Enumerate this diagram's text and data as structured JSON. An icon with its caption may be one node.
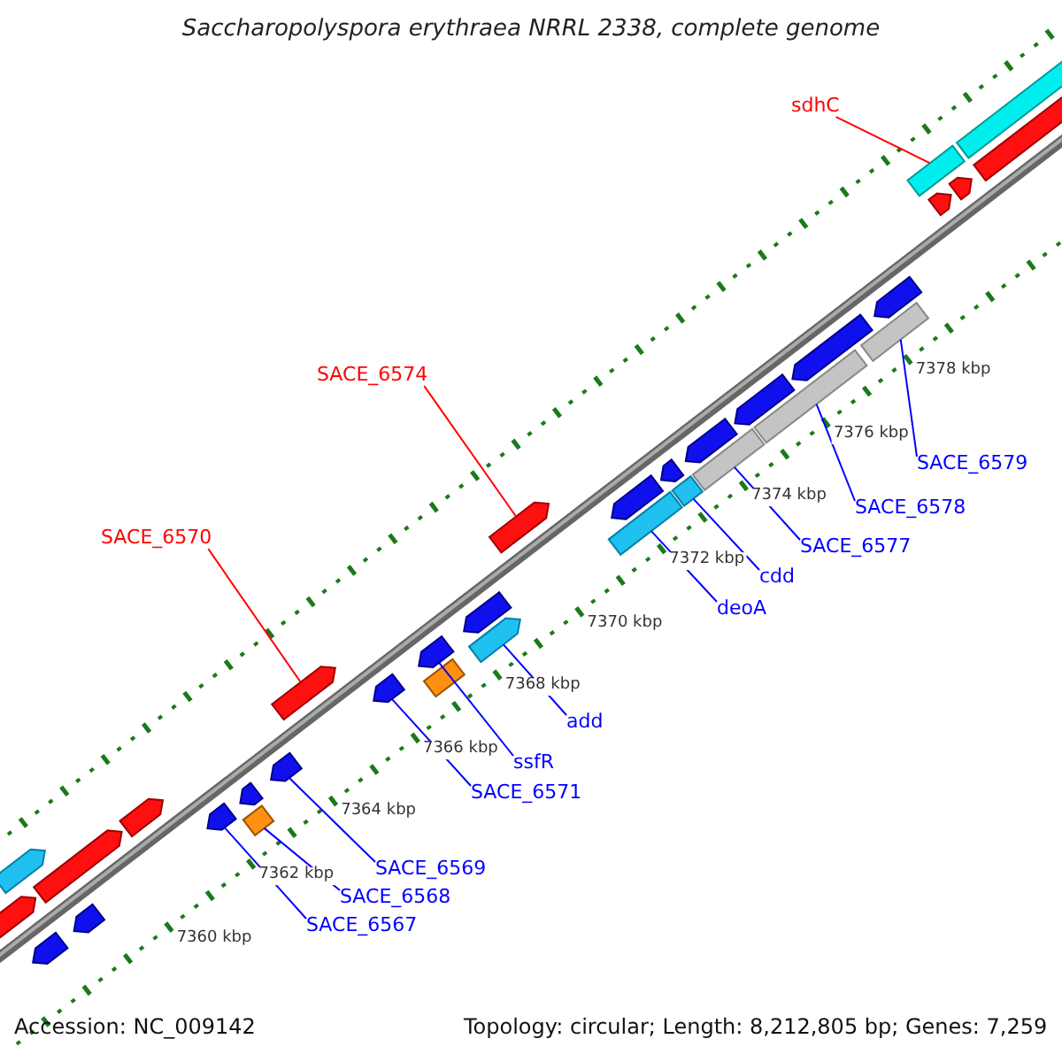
{
  "diagram": {
    "title": "Saccharopolyspora erythraea NRRL 2338, complete genome",
    "nodes": [
      {
        "text": [
          "sdhC"
        ]
      },
      {
        "text": [
          "SACE_6574"
        ]
      },
      {
        "text": [
          "SACE_6570"
        ]
      },
      {
        "text": [
          "SACE_6579"
        ]
      },
      {
        "text": [
          "SACE_6578"
        ]
      },
      {
        "text": [
          "SACE_6577"
        ]
      },
      {
        "text": [
          "cdd"
        ]
      },
      {
        "text": [
          "deoA"
        ]
      },
      {
        "text": [
          "add"
        ]
      },
      {
        "text": [
          "ssfR"
        ]
      },
      {
        "text": [
          "SACE_6571"
        ]
      },
      {
        "text": [
          "SACE_6569"
        ]
      },
      {
        "text": [
          "SACE_6568"
        ]
      },
      {
        "text": [
          "SACE_6567"
        ]
      },
      {
        "text": [],
        "shape": "arrow"
      },
      {
        "text": [],
        "shape": "arrow"
      },
      {
        "text": [],
        "shape": "arrow"
      },
      {
        "text": [],
        "shape": "arrow"
      },
      {
        "text": [],
        "shape": "arrow"
      },
      {
        "text": [],
        "shape": "arrow"
      },
      {
        "text": [],
        "shape": "arrow"
      },
      {
        "text": [],
        "shape": "arrow"
      },
      {
        "text": [],
        "shape": "arrow"
      },
      {
        "text": [],
        "shape": "arrow"
      },
      {
        "text": [],
        "shape": "arrow"
      },
      {
        "text": [],
        "shape": "arrow"
      },
      {
        "text": [],
        "shape": "arrow"
      },
      {
        "text": [],
        "shape": "arrow"
      },
      {
        "text": [],
        "shape": "arrow"
      },
      {
        "text": [],
        "shape": "arrow"
      },
      {
        "text": [],
        "shape": "arrow"
      },
      {
        "text": [],
        "shape": "arrow"
      },
      {
        "text": [],
        "shape": "arrow"
      },
      {
        "text": [],
        "shape": "arrow"
      },
      {
        "text": [],
        "shape": "arrow"
      },
      {
        "text": [],
        "shape": "arrow"
      },
      {
        "text": [],
        "shape": "arrow"
      },
      {
        "text": [],
        "shape": "arrow"
      },
      {
        "text": [],
        "shape": "arrow"
      },
      {
        "text": [],
        "shape": "arrow"
      },
      {
        "text": [],
        "shape": "arrow"
      },
      {
        "text": [],
        "shape": "arrow"
      },
      {
        "text": [],
        "shape": "arrow"
      },
      {
        "text": [],
        "shape": "arrow"
      },
      {
        "text": [],
        "shape": "arrow"
      },
      {
        "text": [],
        "shape": "arrow"
      },
      {
        "text": [],
        "shape": "arrow"
      }
    ],
    "edges": [
      {
        "from": 0,
        "to": 42,
        "arrow": "none",
        "color": "#ff0000"
      },
      {
        "from": 1,
        "to": 30,
        "arrow": "none",
        "color": "#ff0000"
      },
      {
        "from": 2,
        "to": 24,
        "arrow": "none",
        "color": "#ff0000"
      },
      {
        "from": 3,
        "to": 40,
        "arrow": "none"
      },
      {
        "from": 4,
        "to": 38,
        "arrow": "none"
      },
      {
        "from": 5,
        "to": 35,
        "arrow": "none"
      },
      {
        "from": 6,
        "to": 34,
        "arrow": "none"
      },
      {
        "from": 7,
        "to": 31,
        "arrow": "none"
      },
      {
        "from": 8,
        "to": 28,
        "arrow": "none"
      },
      {
        "from": 9,
        "to": 27,
        "arrow": "none"
      },
      {
        "from": 10,
        "to": 25,
        "arrow": "none"
      },
      {
        "from": 11,
        "to": 23,
        "arrow": "none"
      },
      {
        "from": 12,
        "to": 21,
        "arrow": "none"
      },
      {
        "from": 13,
        "to": 20,
        "arrow": "none"
      }
    ],
    "labels": [
      "7378 kbp",
      "7376 kbp",
      "7374 kbp",
      "7372 kbp",
      "7370 kbp",
      "7368 kbp",
      "7366 kbp",
      "7364 kbp",
      "7362 kbp",
      "7360 kbp",
      "Accession: NC_009142",
      "Topology: circular; Length: 8,212,805 bp; Genes: 7,259"
    ]
  }
}
